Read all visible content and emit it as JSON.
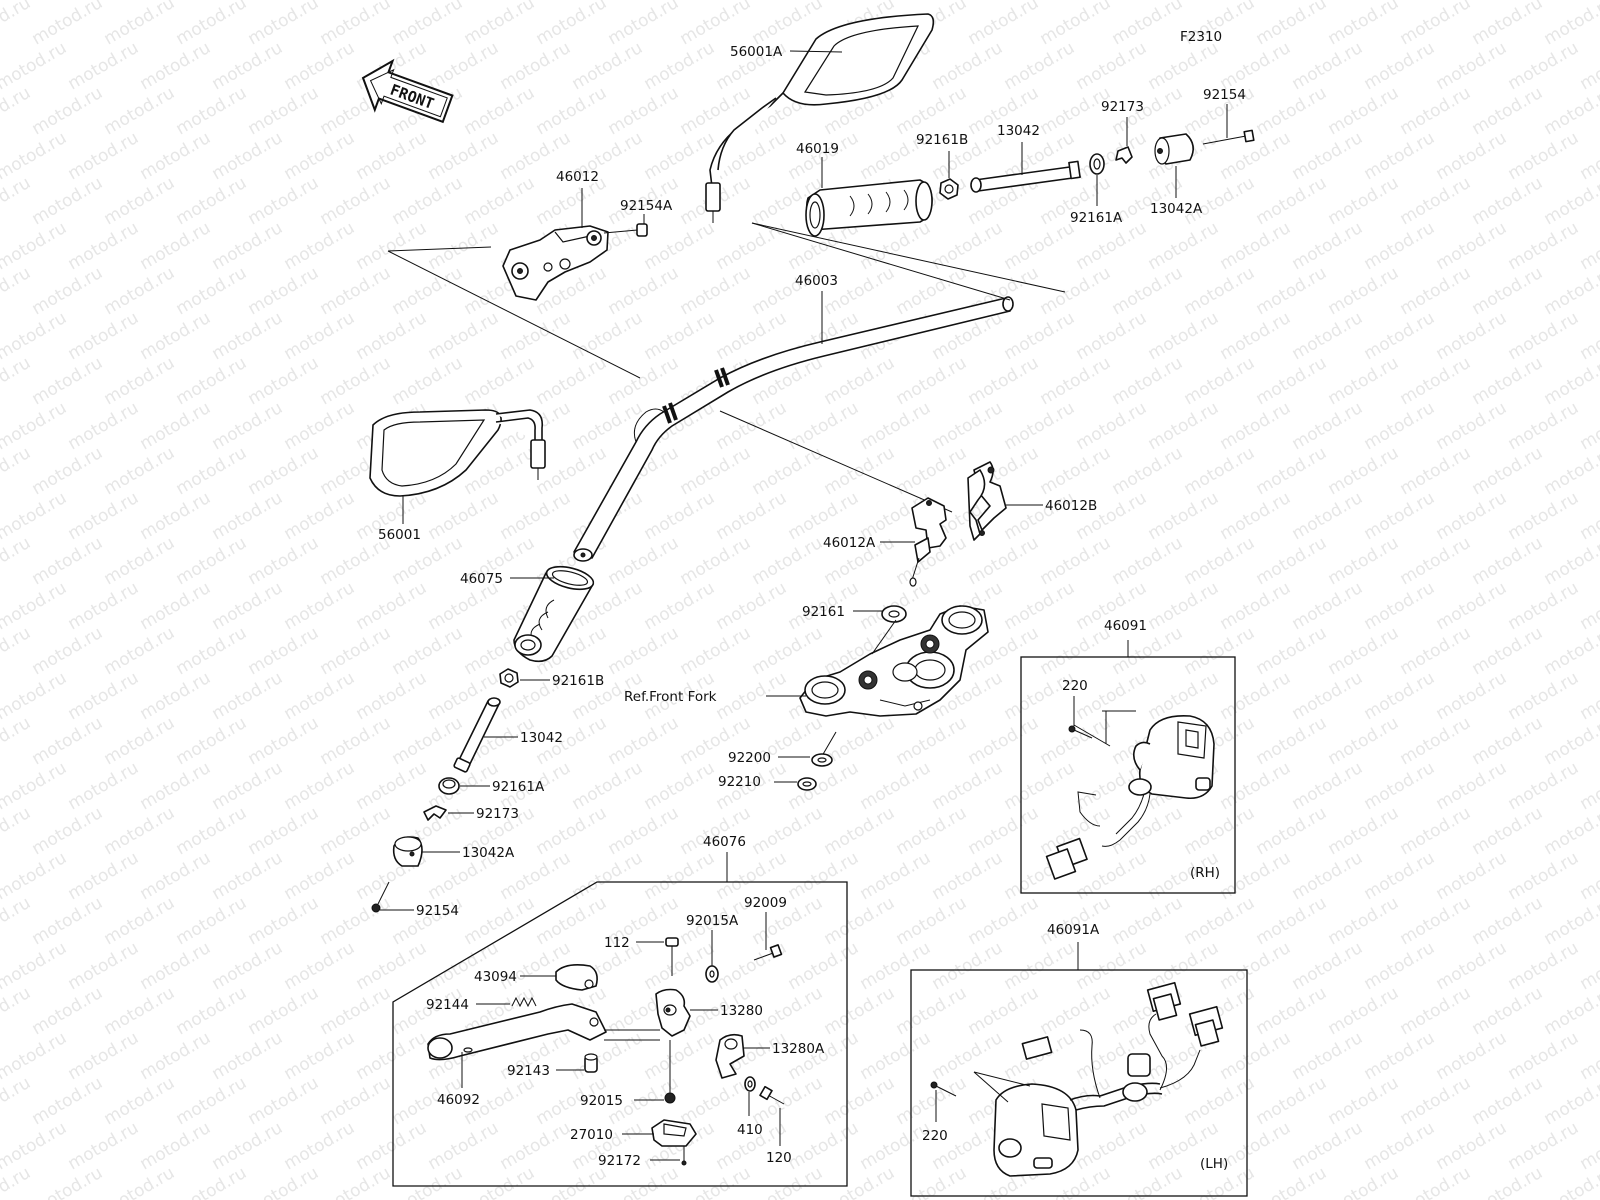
{
  "figure_code": "F2310",
  "front_arrow_label": "FRONT",
  "watermark": "motod.ru",
  "labels": {
    "p56001A": "56001A",
    "p46019": "46019",
    "p92161B_top": "92161B",
    "p13042_top": "13042",
    "p92173_top": "92173",
    "p92154_top": "92154",
    "p92161A_top": "92161A",
    "p13042A_top": "13042A",
    "p46012": "46012",
    "p92154A": "92154A",
    "p46003": "46003",
    "p56001": "56001",
    "p46012B": "46012B",
    "p46012A": "46012A",
    "p46075": "46075",
    "p92161": "92161",
    "p92161B_left": "92161B",
    "ref_front_fork": "Ref.Front Fork",
    "p13042_left": "13042",
    "p92200": "92200",
    "p92161A_left": "92161A",
    "p92210": "92210",
    "p92173_left": "92173",
    "p13042A_left": "13042A",
    "p92154_left": "92154",
    "p46091": "46091",
    "p220_rh": "220",
    "rh": "(RH)",
    "p46076": "46076",
    "p92009": "92009",
    "p112": "112",
    "p92015A": "92015A",
    "p43094": "43094",
    "p92144": "92144",
    "p13280": "13280",
    "p13280A": "13280A",
    "p92143": "92143",
    "p46092": "46092",
    "p92015": "92015",
    "p410": "410",
    "p27010": "27010",
    "p120": "120",
    "p92172": "92172",
    "p46091A": "46091A",
    "p220_lh": "220",
    "lh": "(LH)"
  }
}
